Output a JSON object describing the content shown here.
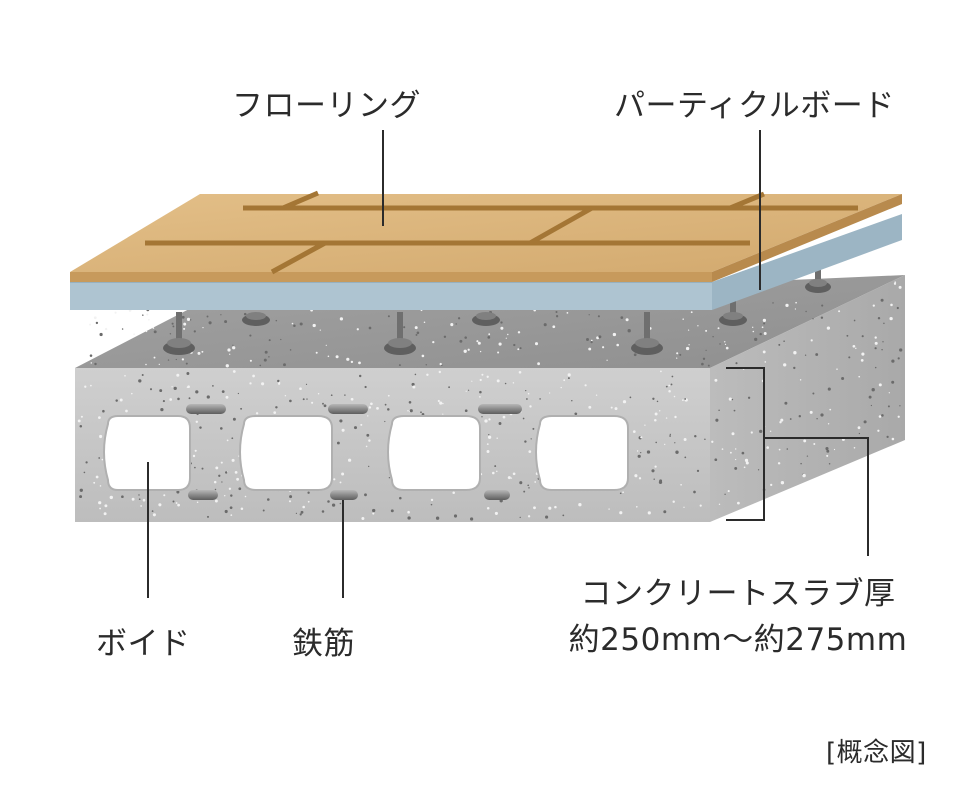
{
  "labels": {
    "flooring": "フローリング",
    "particle_board": "パーティクルボード",
    "void": "ボイド",
    "rebar": "鉄筋",
    "slab_thickness": "コンクリートスラブ厚",
    "slab_range": "約250mm〜約275mm",
    "concept": "[概念図]"
  },
  "colors": {
    "flooring_top": "#dcb57c",
    "flooring_edge": "#c79a5c",
    "flooring_grain": "#a47635",
    "board_face": "#aec4d1",
    "board_edge": "#8fa9b8",
    "concrete_front": "#c9c9c9",
    "concrete_top": "#9e9e9e",
    "concrete_side": "#b3b3b3",
    "void_fill": "#ffffff",
    "rebar": "#8a8a8a",
    "leader_line": "#2b2b2b"
  }
}
